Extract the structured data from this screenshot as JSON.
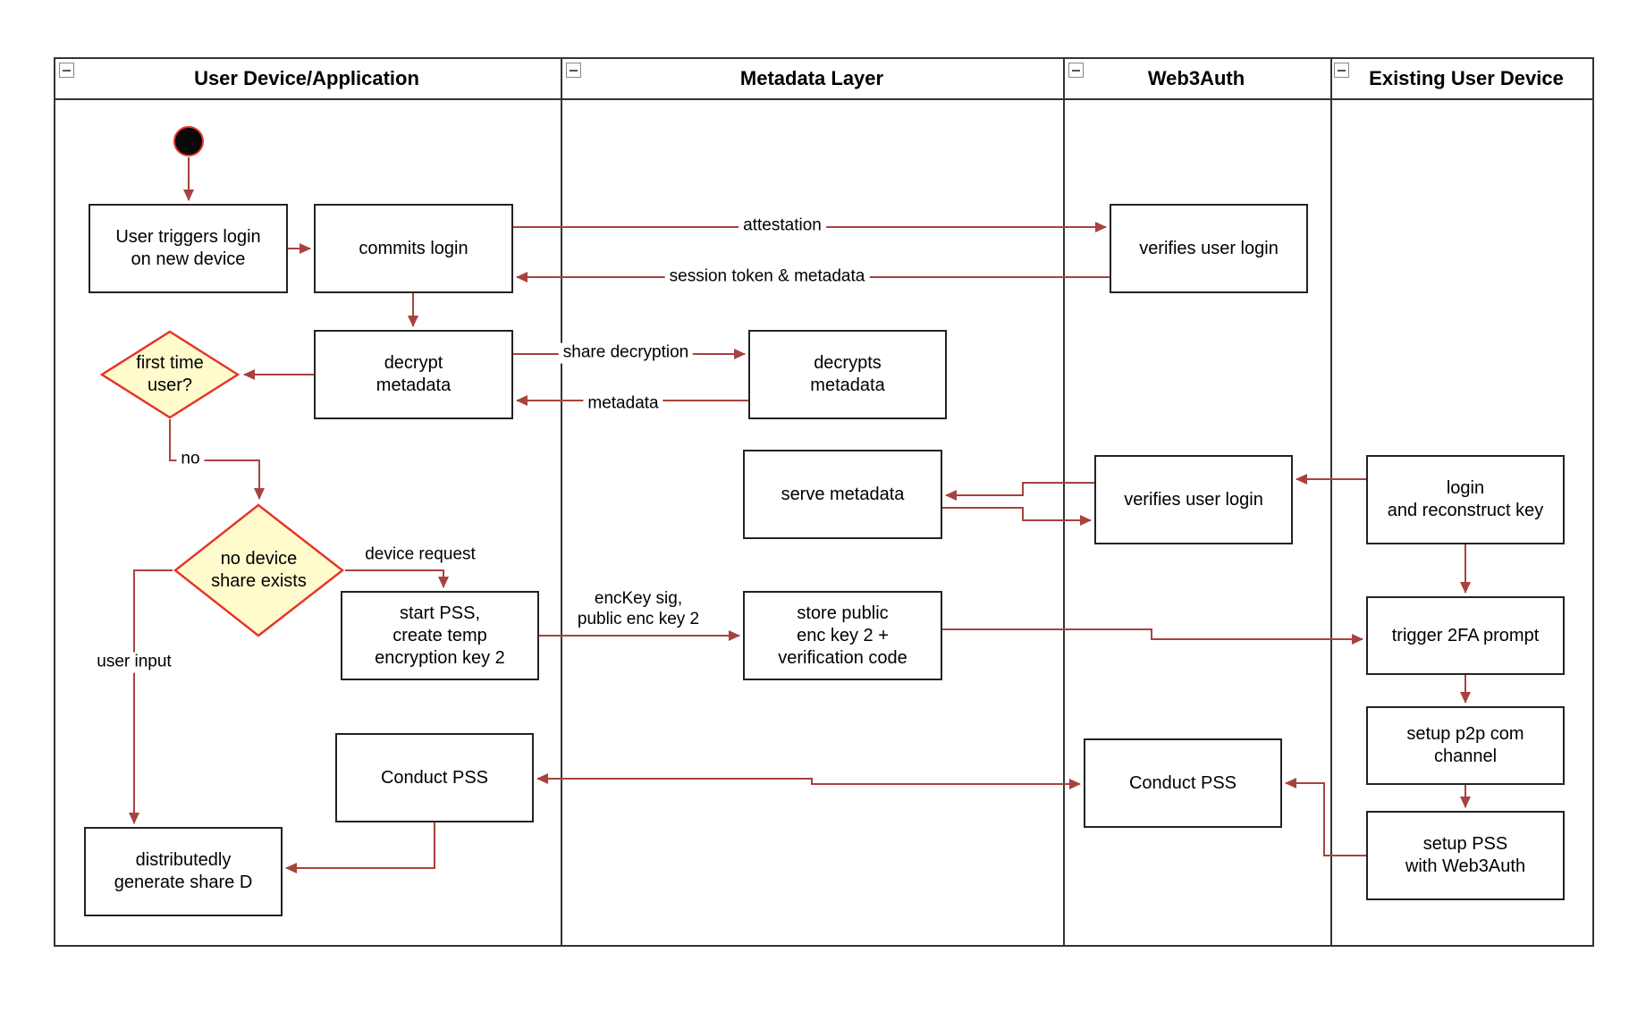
{
  "colors": {
    "arrow": "#A8423E",
    "diamond_fill": "#FFFBCC",
    "diamond_border": "#E5362A",
    "node_border": "#222222",
    "lane_border": "#333333",
    "start_fill": "#0a0a0a"
  },
  "lanes": [
    {
      "title": "User Device/Application"
    },
    {
      "title": "Metadata Layer"
    },
    {
      "title": "Web3Auth"
    },
    {
      "title": "Existing User Device"
    }
  ],
  "nodes": {
    "user_triggers": "User triggers login\non new device",
    "commits_login": "commits login",
    "decrypt_metadata": "decrypt\nmetadata",
    "first_time": "first time\nuser?",
    "no_device": "no device\nshare exists",
    "start_pss": "start PSS,\ncreate temp\nencryption key 2",
    "conduct_pss_user": "Conduct PSS",
    "dist_share": "distributedly\ngenerate share D",
    "decrypts_metadata": "decrypts\nmetadata",
    "serve_metadata": "serve metadata",
    "store_public": "store public\nenc key 2 +\nverification code",
    "verifies_login_1": "verifies user login",
    "verifies_login_2": "verifies user login",
    "conduct_pss_web3": "Conduct PSS",
    "login_reconstruct": "login\nand reconstruct key",
    "trigger_2fa": "trigger 2FA prompt",
    "setup_p2p": "setup p2p com\nchannel",
    "setup_pss": "setup PSS\nwith Web3Auth"
  },
  "edge_labels": {
    "attestation": "attestation",
    "session_token": "session token & metadata",
    "share_decryption": "share decryption",
    "metadata": "metadata",
    "no": "no",
    "device_request": "device request",
    "enc_key": "encKey sig,\npublic enc key 2",
    "user_input": "user input"
  }
}
